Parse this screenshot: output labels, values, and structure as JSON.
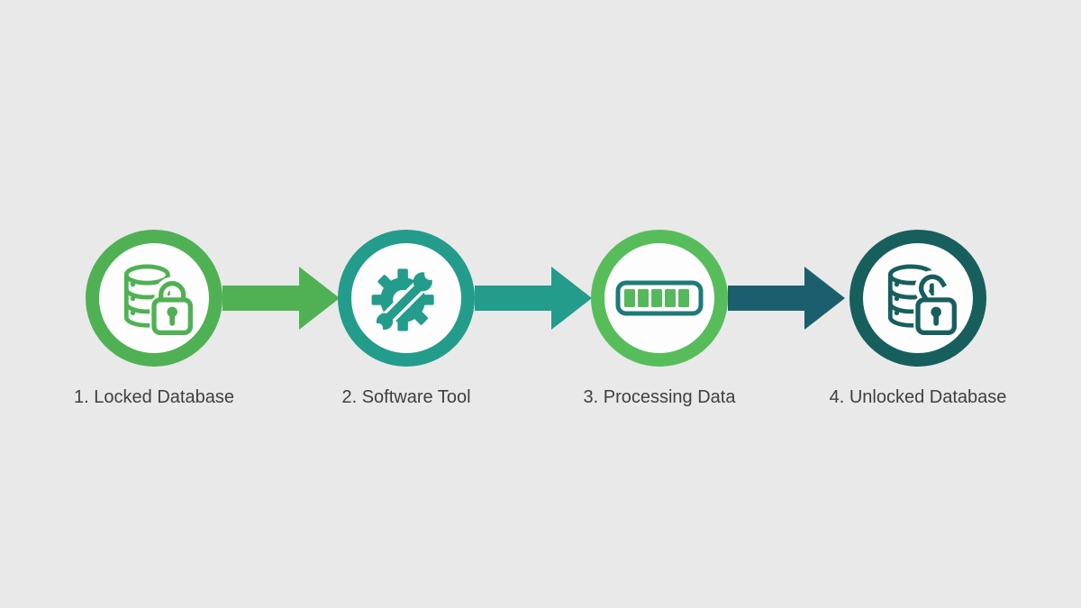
{
  "canvas": {
    "background": "#e9e9e9",
    "text_color": "#3f3f3f"
  },
  "steps": [
    {
      "label": "1. Locked Database",
      "icon": "database-lock-icon",
      "color": "#4fb153"
    },
    {
      "label": "2. Software Tool",
      "icon": "gear-wrench-icon",
      "color": "#239c8b"
    },
    {
      "label": "3. Processing Data",
      "icon": "progress-bar-icon",
      "color": "#57bd5b",
      "progress": {
        "segments_filled": 5,
        "bar_border_color": "#1e7a78",
        "segment_color": "#56b85c"
      }
    },
    {
      "label": "4. Unlocked Database",
      "icon": "database-unlock-icon",
      "color": "#175f5d"
    }
  ],
  "arrows": [
    {
      "direction": "right",
      "color": "#4fb153"
    },
    {
      "direction": "right",
      "color": "#239c8b"
    },
    {
      "direction": "right",
      "color": "#1b5f6e"
    }
  ]
}
